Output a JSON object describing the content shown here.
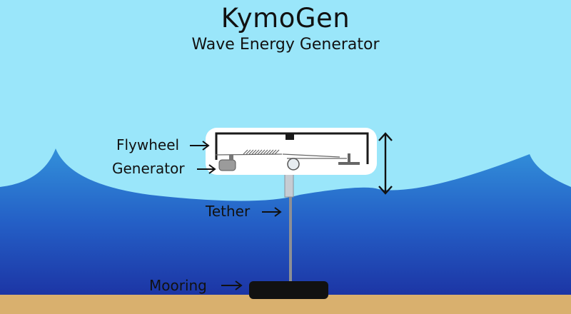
{
  "header": {
    "title": "KymoGen",
    "subtitle": "Wave Energy Generator"
  },
  "labels": {
    "flywheel": "Flywheel",
    "generator": "Generator",
    "tether": "Tether",
    "mooring": "Mooring"
  },
  "colors": {
    "sky": "#9ae6fa",
    "water_top": "#2f8fd8",
    "water_bottom": "#1a2a9c",
    "seabed": "#d9b06e",
    "buoy": "#ffffff",
    "mooring": "#111111"
  }
}
